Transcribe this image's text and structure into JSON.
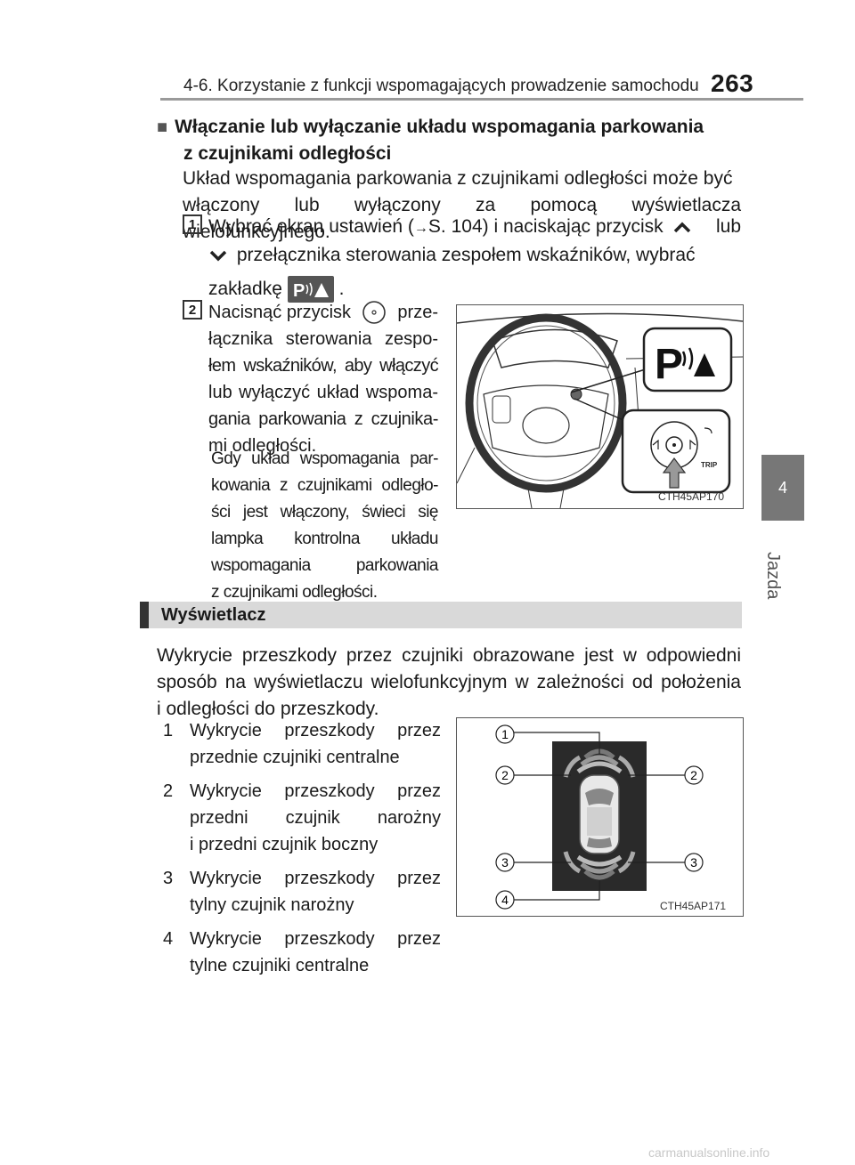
{
  "header": {
    "section_title": "4-6. Korzystanie z funkcji wspomagających prowadzenie samochodu",
    "page_number": "263"
  },
  "side_tab": {
    "number": "4",
    "label": "Jazda"
  },
  "subsection": {
    "title_line1": "Włączanie lub wyłączanie układu wspomagania parkowania",
    "title_line2": "z czujnikami odległości",
    "intro_line1": "Układ wspomagania parkowania z czujnikami odległości może być",
    "intro_line2": "włączony lub wyłączony za pomocą wyświetlacza wielofunkcyjnego."
  },
  "step1": {
    "number": "1",
    "line1_a": "Wybrać ekran ustawień (",
    "arrow": "→",
    "line1_b": "S. 104) i naciskając przycisk",
    "line1_c": "lub",
    "line2": "przełącznika sterowania zespołem wskaźników, wybrać",
    "line3_a": "zakładkę",
    "line3_b": "."
  },
  "step2": {
    "number": "2",
    "lines": [
      "Nacisnąć przycisk",
      "łącznika sterowania zespo-",
      "łem wskaźników, aby włączyć",
      "lub wyłączyć układ wspoma-",
      "gania parkowania z czujnika-",
      "mi odległości."
    ],
    "line1_suffix": "prze-",
    "note_lines": [
      "Gdy układ wspomagania par-",
      "kowania z czujnikami odległo-",
      "ści jest włączony, świeci się",
      "lampka kontrolna układu",
      "wspomagania parkowania",
      "z czujnikami odległości."
    ]
  },
  "figure1": {
    "code": "CTH45AP170",
    "trip_label": "TRIP",
    "p_label": "P"
  },
  "section_display": {
    "title": "Wyświetlacz",
    "intro_lines": [
      "Wykrycie przeszkody przez czujniki obrazowane jest w odpowiedni",
      "sposób na wyświetlaczu wielofunkcyjnym w zależności od położenia",
      "i odległości do przeszkody."
    ],
    "items": [
      {
        "num": "1",
        "lines": [
          "Wykrycie przeszkody przez",
          "przednie czujniki centralne"
        ]
      },
      {
        "num": "2",
        "lines": [
          "Wykrycie przeszkody przez",
          "przedni czujnik narożny",
          "i przedni czujnik boczny"
        ]
      },
      {
        "num": "3",
        "lines": [
          "Wykrycie przeszkody przez",
          "tylny czujnik narożny"
        ]
      },
      {
        "num": "4",
        "lines": [
          "Wykrycie przeszkody przez",
          "tylne czujniki centralne"
        ]
      }
    ]
  },
  "figure2": {
    "code": "CTH45AP171",
    "callouts": [
      "1",
      "2",
      "2",
      "3",
      "3",
      "4"
    ]
  },
  "watermark": "carmanualsonline.info"
}
